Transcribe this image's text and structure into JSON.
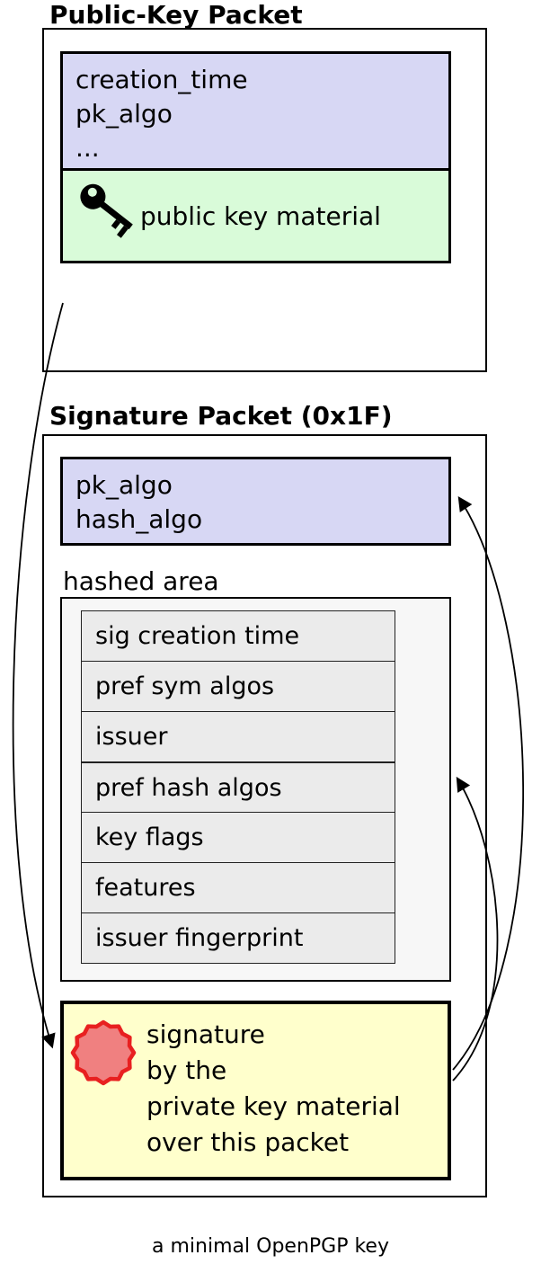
{
  "caption": "a minimal OpenPGP key",
  "public_key_packet": {
    "title": "Public-Key Packet",
    "fields": [
      "creation_time",
      "pk_algo",
      "..."
    ],
    "material_label": "public key material",
    "icon": "key-icon"
  },
  "signature_packet": {
    "title": "Signature Packet (0x1F)",
    "fields": [
      "pk_algo",
      "hash_algo"
    ],
    "hashed_area_label": "hashed area",
    "subpackets": [
      "sig creation time",
      "pref sym algos",
      "issuer",
      "pref hash algos",
      "key flags",
      "features",
      "issuer fingerprint"
    ],
    "signature_text_lines": [
      "signature",
      "by the",
      "private key material",
      "over this packet"
    ],
    "icon": "wax-seal-icon"
  },
  "colors": {
    "header_fill": "#d7d7f4",
    "key_material_fill": "#d9fbd9",
    "hashed_area_fill": "#f7f7f7",
    "subpacket_fill": "#ebebeb",
    "signature_fill": "#ffffcc",
    "seal_fill": "#f08080",
    "seal_stroke": "#e82020",
    "arrow_color": "#000000"
  }
}
